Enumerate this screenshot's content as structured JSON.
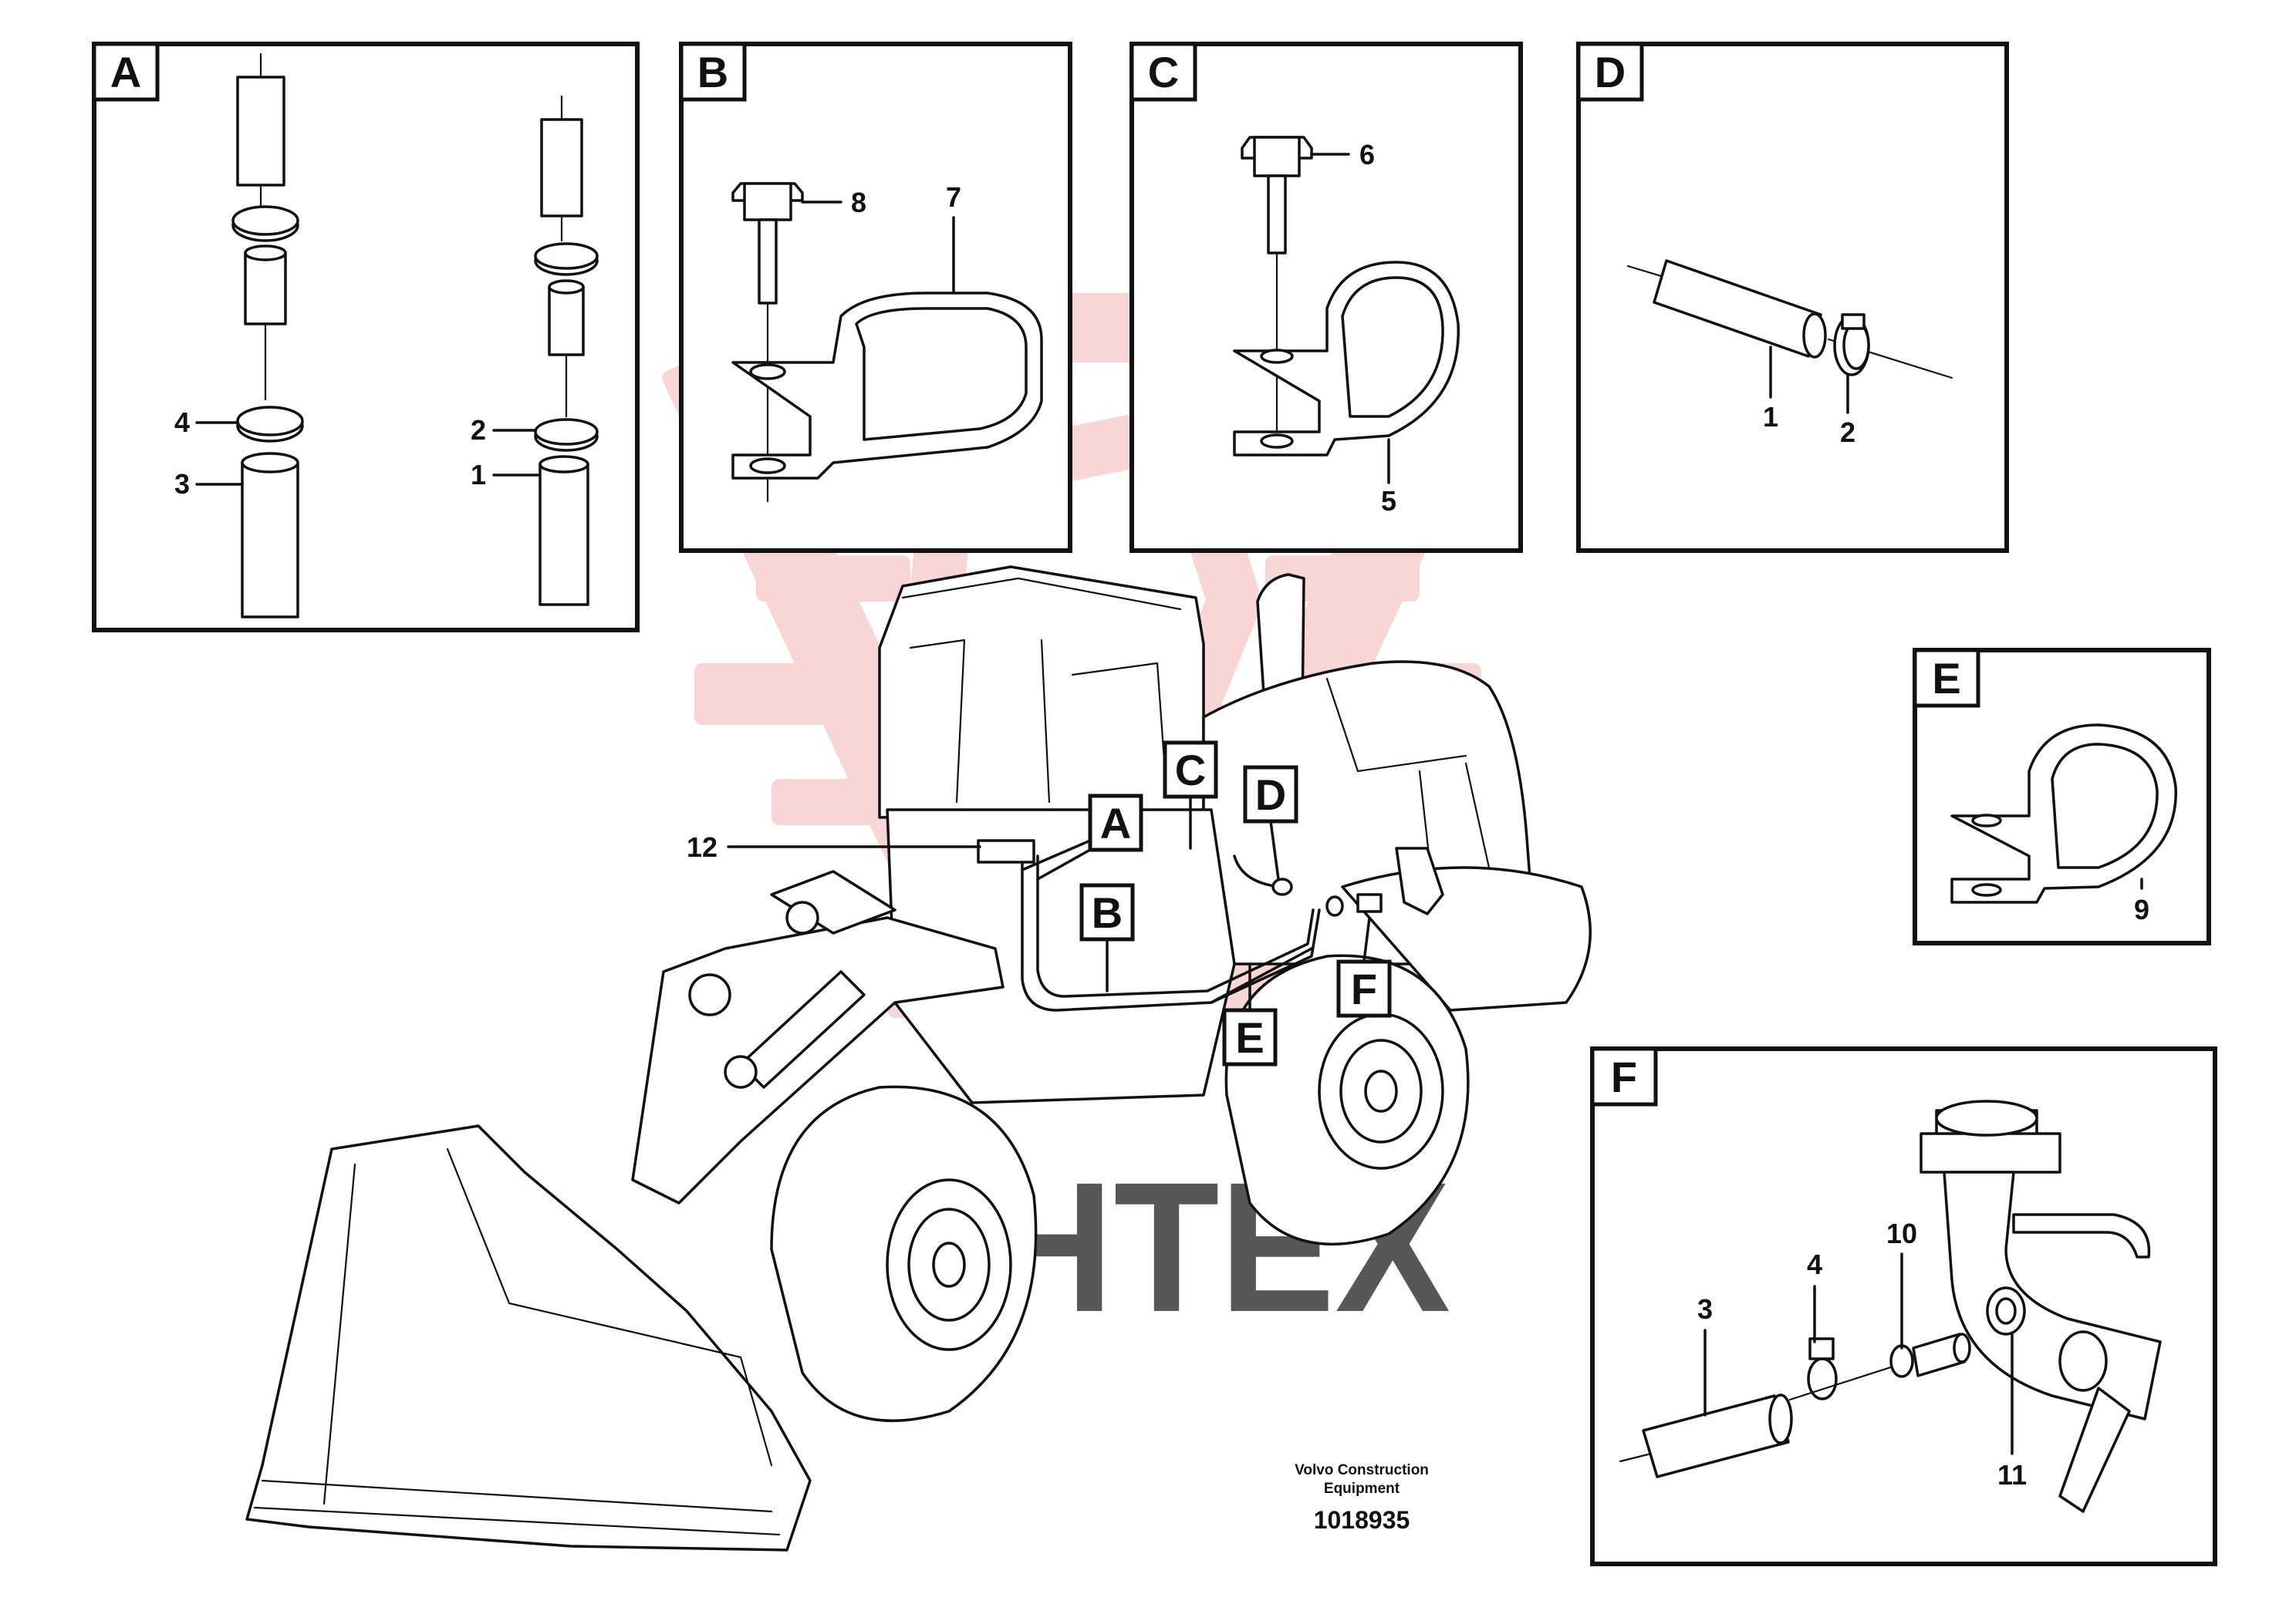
{
  "watermark": {
    "text": "ИНТЕХ",
    "gear_color": "#f2a3a3"
  },
  "footer": {
    "company_line1": "Volvo Construction",
    "company_line2": "Equipment",
    "drawing_number": "1018935"
  },
  "detail_panels": {
    "A": {
      "label": "A",
      "callouts": [
        "4",
        "3",
        "2",
        "1"
      ]
    },
    "B": {
      "label": "B",
      "callouts": [
        "8",
        "7"
      ]
    },
    "C": {
      "label": "C",
      "callouts": [
        "6",
        "5"
      ]
    },
    "D": {
      "label": "D",
      "callouts": [
        "1",
        "2"
      ]
    },
    "E": {
      "label": "E",
      "callouts": [
        "9"
      ]
    },
    "F": {
      "label": "F",
      "callouts": [
        "4",
        "10",
        "3",
        "11"
      ]
    }
  },
  "machine_callouts": {
    "item_12": "12",
    "A": "A",
    "B": "B",
    "C": "C",
    "D": "D",
    "E": "E",
    "F": "F"
  }
}
